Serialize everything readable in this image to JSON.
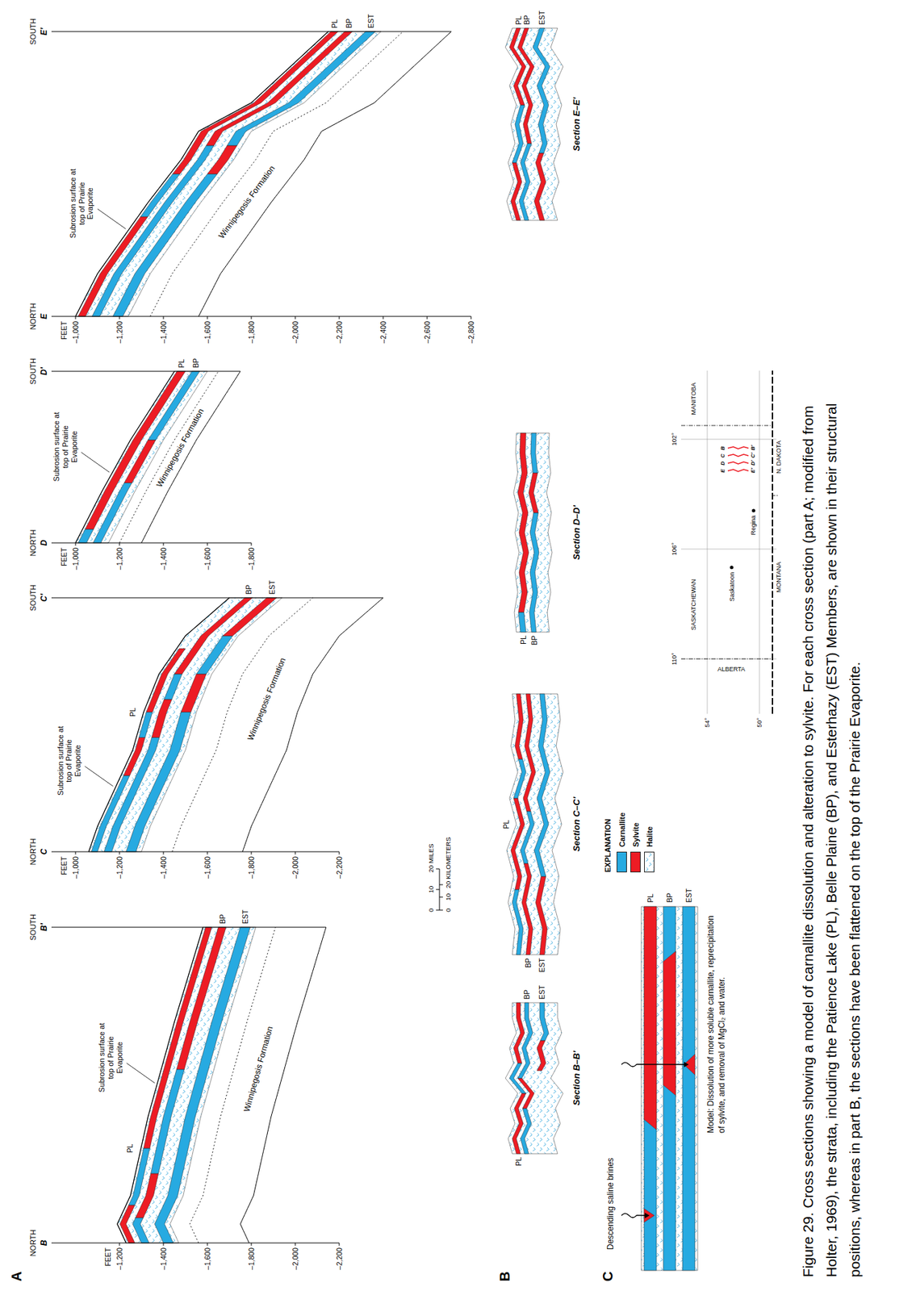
{
  "diagram": {
    "caption": "Figure 29. Cross sections showing a model of carnallite dissolution and alteration to sylvite. For each cross section (part A; modified from Holter, 1969), the strata, including the Patience Lake (PL), Belle Plaine (BP), and Esterhazy (EST) Members, are shown in their structural positions, whereas in part B, the sections have been flattened on the top of the Prairie Evaporite.",
    "labels": [
      "A",
      "B",
      "C",
      "NORTH",
      "B",
      "SOUTH",
      "B′",
      "FEET",
      "–1,200",
      "–1,400",
      "–1,600",
      "–1,800",
      "–2,000",
      "–2,200",
      "Subrosion surface at top of Prairie Evaporite",
      "PL",
      "BP",
      "EST",
      "Winnipegosis Formation",
      "NORTH",
      "C",
      "SOUTH",
      "C′",
      "FEET",
      "–1,000",
      "–1,200",
      "–1,400",
      "–1,600",
      "–1,800",
      "–2,000",
      "–2,200",
      "Subrosion surface at top of Prairie Evaporite",
      "PL",
      "BP",
      "EST",
      "Winnipegosis Formation",
      "NORTH",
      "D",
      "SOUTH",
      "D′",
      "FEET",
      "–1,000",
      "–1,200",
      "–1,400",
      "–1,600",
      "–1,800",
      "Subrosion surface at top of Prairie Evaporite",
      "PL",
      "BP",
      "Winnipegosis Formation",
      "NORTH",
      "E",
      "SOUTH",
      "E′",
      "FEET",
      "–1,000",
      "–1,200",
      "–1,400",
      "–1,600",
      "–1,800",
      "–2,000",
      "–2,200",
      "–2,400",
      "–2,600",
      "–2,800",
      "Subrosion surface at top of Prairie Evaporite",
      "PL",
      "BP",
      "EST",
      "Winnipegosis Formation",
      "0",
      "10",
      "20",
      "MILES",
      "0",
      "10",
      "20",
      "KILOMETERS",
      "PL",
      "BP",
      "EST",
      "Section B–B′",
      "PL",
      "BP",
      "EST",
      "Section C–C′",
      "PL",
      "BP",
      "Section D–D′",
      "PL",
      "BP",
      "EST",
      "Section E–E′",
      "EXPLANATION",
      "Descending saline brines",
      "Model: Dissolution of more soluble carnallite, reprecipitation of sylvite, and removal of MgCl₂ and water.",
      "PL",
      "BP",
      "EST",
      "MANITOBA",
      "SASKATCHEWAN",
      "ALBERTA",
      "MONTANA",
      "N. DAKOTA",
      "Saskatoon",
      "Regina",
      "110°",
      "106°",
      "102°",
      "54°",
      "50°",
      "E",
      "E′",
      "D",
      "D′",
      "C",
      "C′",
      "B",
      "B′"
    ],
    "legend": [
      {
        "text": "Carnallite",
        "color": "#27aae1"
      },
      {
        "text": "Sylvite",
        "color": "#ed1c24"
      },
      {
        "text": "Halite"
      }
    ]
  }
}
